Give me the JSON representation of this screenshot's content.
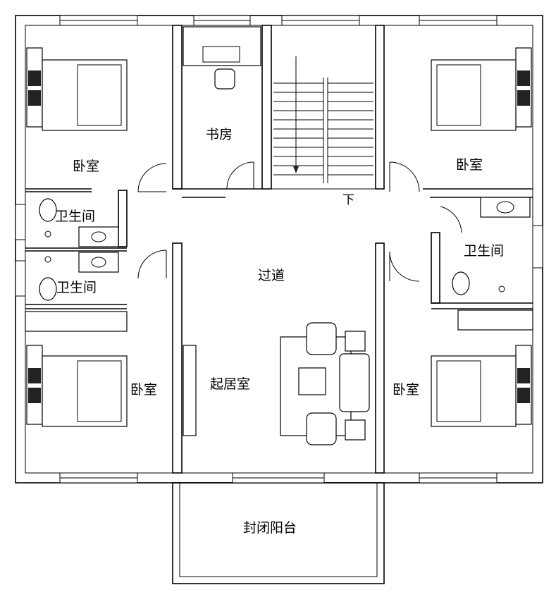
{
  "plan": {
    "rooms": {
      "bedroom_top_left": "卧室",
      "study": "书房",
      "stair_down": "下",
      "bedroom_top_right": "卧室",
      "bathroom_left_upper": "卫生间",
      "bathroom_left_lower": "卫生间",
      "bathroom_right": "卫生间",
      "corridor": "过道",
      "living_room": "起居室",
      "bedroom_bottom_left": "卧室",
      "bedroom_bottom_right": "卧室",
      "enclosed_balcony": "封闭阳台"
    }
  }
}
